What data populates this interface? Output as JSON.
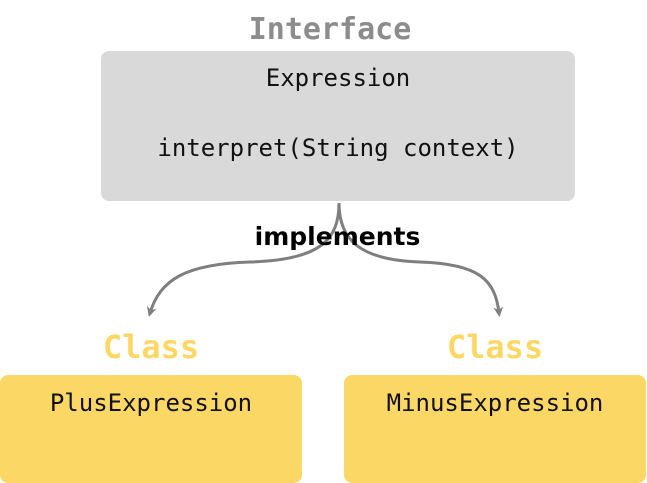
{
  "interface": {
    "tag": "Interface",
    "name": "Expression",
    "method": "interpret(String context)",
    "color": "#d9d9d9",
    "tag_color": "#8c8c8c"
  },
  "relation": {
    "label": "implements",
    "arrow_color": "#7f7f7f"
  },
  "classes": [
    {
      "tag": "Class",
      "name": "PlusExpression"
    },
    {
      "tag": "Class",
      "name": "MinusExpression"
    }
  ],
  "class_color": "#fbd865"
}
